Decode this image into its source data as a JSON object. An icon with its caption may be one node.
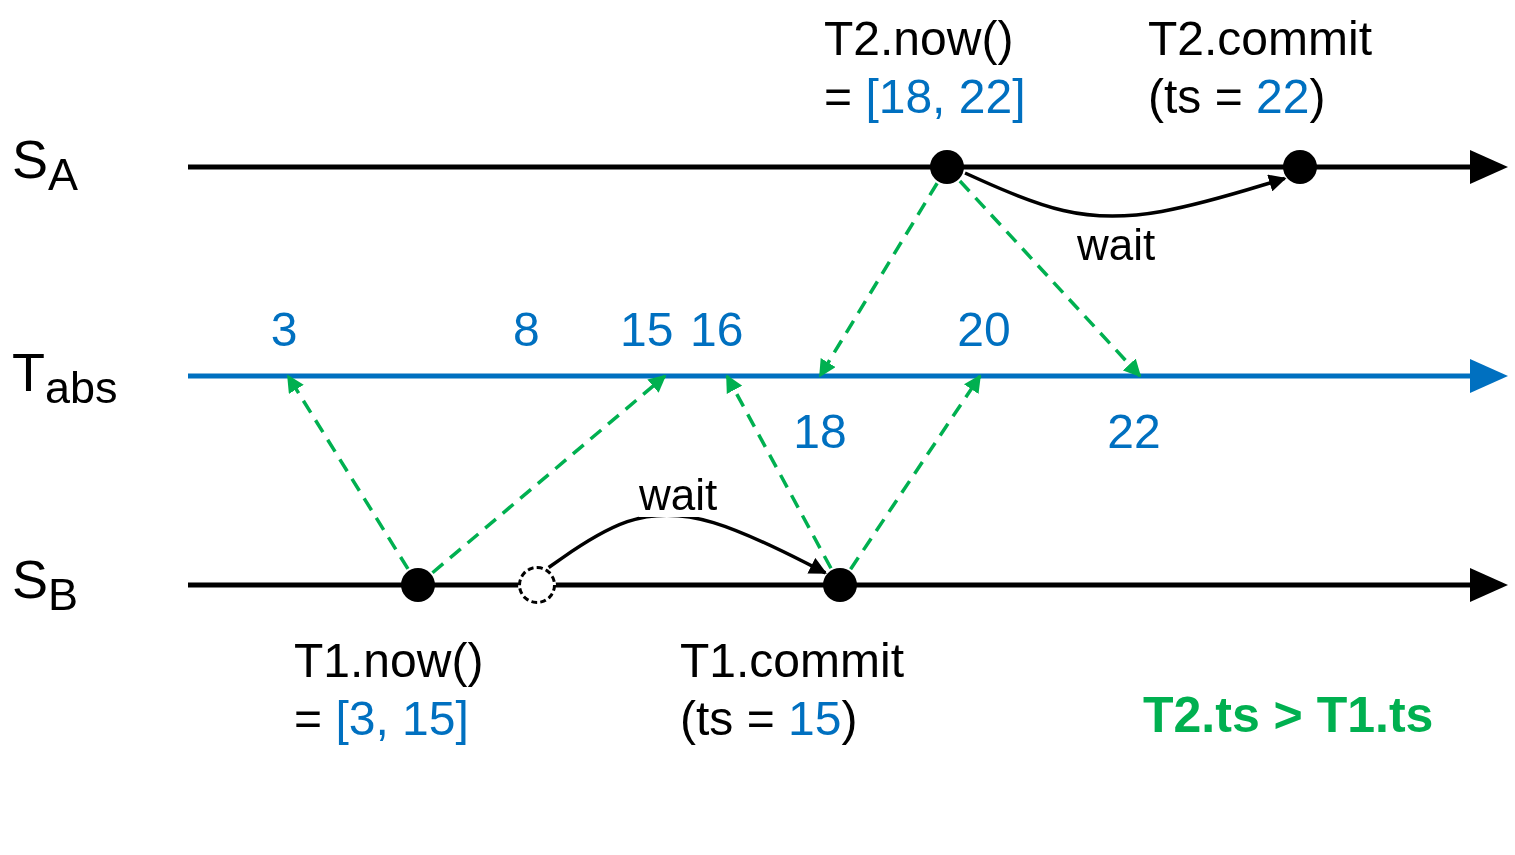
{
  "diagram": {
    "nodes": [
      {
        "text": [],
        "shape": "circle",
        "beside": [
          "T2.now()",
          "=",
          "[18, 22]"
        ]
      },
      {
        "text": [],
        "shape": "circle",
        "beside": [
          "T2.commit",
          "(ts =",
          "22",
          ")"
        ]
      },
      {
        "text": [
          "3"
        ]
      },
      {
        "text": [
          "15"
        ]
      },
      {
        "text": [
          "16"
        ]
      },
      {
        "text": [
          "20"
        ]
      },
      {
        "text": [
          "18"
        ]
      },
      {
        "text": [
          "22"
        ]
      },
      {
        "text": [],
        "shape": "circle",
        "beside": [
          "T1.now()",
          "=",
          "[3, 15]"
        ]
      },
      {
        "text": [],
        "shape": "circle"
      },
      {
        "text": [],
        "shape": "circle",
        "beside": [
          "T1.commit",
          "(ts =",
          "15",
          ")"
        ]
      }
    ],
    "edges": [
      {
        "from": 0,
        "to": 1,
        "arrow": "to",
        "label": "wait",
        "color": "#000000"
      },
      {
        "from": 0,
        "to": 6,
        "arrow": "to",
        "style": "dashed",
        "color": "#00b050"
      },
      {
        "from": 0,
        "to": 7,
        "arrow": "to",
        "style": "dashed",
        "color": "#00b050"
      },
      {
        "from": 8,
        "to": 2,
        "arrow": "to",
        "style": "dashed",
        "color": "#00b050"
      },
      {
        "from": 8,
        "to": 3,
        "arrow": "to",
        "style": "dashed",
        "color": "#00b050"
      },
      {
        "from": 9,
        "to": 10,
        "arrow": "to",
        "label": "wait",
        "color": "#000000"
      },
      {
        "from": 10,
        "to": 4,
        "arrow": "to",
        "style": "dashed",
        "color": "#00b050"
      },
      {
        "from": 10,
        "to": 5,
        "arrow": "to",
        "style": "dashed",
        "color": "#00b050"
      }
    ],
    "labels": [
      "S$_{A}$",
      "T$_{abs}$",
      "8",
      "S$_{B}$",
      "T2.ts > T1.ts"
    ]
  }
}
